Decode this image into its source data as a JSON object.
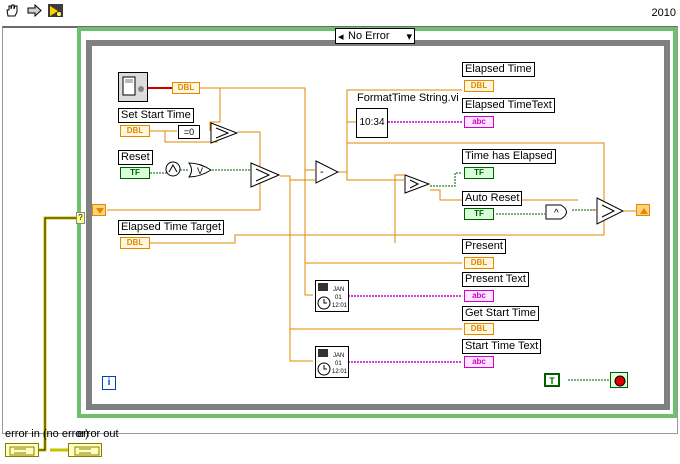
{
  "toolbar": {
    "version": "2010",
    "icons": [
      "hand-icon",
      "arrow-icon",
      "highlight-icon"
    ]
  },
  "case_structure": {
    "selector_value": "No Error",
    "selector_left_arrow": "◂",
    "selector_right_arrow": "▾"
  },
  "controls": {
    "set_start_time": {
      "label": "Set Start Time",
      "type": "DBL"
    },
    "reset": {
      "label": "Reset",
      "type": "TF"
    },
    "elapsed_time_target": {
      "label": "Elapsed Time Target",
      "type": "DBL"
    },
    "auto_reset": {
      "label": "Auto Reset",
      "type": "TF"
    }
  },
  "indicators": {
    "elapsed_time": {
      "label": "Elapsed Time",
      "type": "DBL"
    },
    "elapsed_time_text": {
      "label": "Elapsed TimeText",
      "type": "abc"
    },
    "time_has_elapsed": {
      "label": "Time has Elapsed",
      "type": "TF"
    },
    "present": {
      "label": "Present",
      "type": "DBL"
    },
    "present_text": {
      "label": "Present Text",
      "type": "abc"
    },
    "get_start_time": {
      "label": "Get Start Time",
      "type": "DBL"
    },
    "start_time_text": {
      "label": "Start Time Text",
      "type": "abc"
    }
  },
  "nodes": {
    "format_time_string": {
      "label": "FormatTime String.vi",
      "display": "10:34"
    },
    "equal_zero": "=0",
    "or_node": "V",
    "and_node": "^",
    "subtract": "-",
    "to_dbl": "DBL",
    "calendar": {
      "month": "JAN",
      "day": "01",
      "time": "12:01"
    },
    "true_const": "T",
    "info_icon": "i"
  },
  "terminals": {
    "error_in": "error in (no error)",
    "error_out": "error out"
  },
  "colors": {
    "orange_wire": "#e08a00",
    "pink_wire": "#d000d0",
    "green_wire": "#006000",
    "error_wire": "#c8c000",
    "case_green": "#6ec06e",
    "loop_gray": "#808080"
  }
}
